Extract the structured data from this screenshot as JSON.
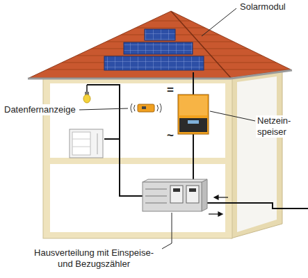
{
  "diagram": {
    "labels": [
      "Solarmodul",
      "Datenfernanzeige",
      "Netzein- speiser",
      "Hausverteilung mit Einspeise- und Bezugszähler",
      "=",
      "~"
    ]
  }
}
